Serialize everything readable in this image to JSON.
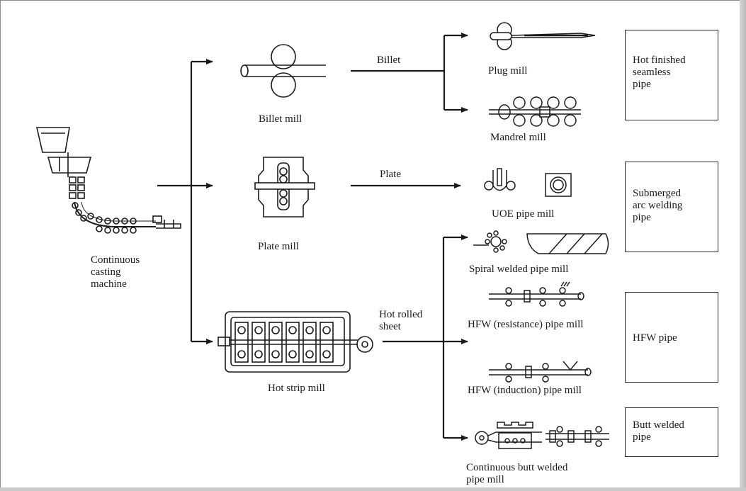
{
  "colors": {
    "ink": "#1b1b1b",
    "background": "#ffffff",
    "frame": "#8a8a8a"
  },
  "labels": {
    "continuous_casting": "Continuous\ncasting\nmachine",
    "billet_mill": "Billet mill",
    "plate_mill": "Plate mill",
    "hot_strip_mill": "Hot strip mill",
    "billet": "Billet",
    "plate": "Plate",
    "hot_rolled_sheet": "Hot rolled\nsheet",
    "plug_mill": "Plug mill",
    "mandrel_mill": "Mandrel mill",
    "uoe_pipe_mill": "UOE pipe mill",
    "spiral_welded_pipe_mill": "Spiral welded pipe mill",
    "hfw_resistance": "HFW (resistance) pipe mill",
    "hfw_induction": "HFW (induction) pipe mill",
    "continuous_butt_welded": "Continuous butt welded\npipe mill"
  },
  "products": {
    "hot_finished_seamless": "Hot finished\nseamless\npipe",
    "saw_pipe": "Submerged\narc welding\npipe",
    "hfw_pipe": "HFW pipe",
    "butt_welded": "Butt welded\npipe"
  },
  "icons": [
    "ladle-icon",
    "billet-mill-icon",
    "plate-mill-icon",
    "hot-strip-mill-icon",
    "plug-mill-icon",
    "mandrel-mill-icon",
    "uoe-mill-icon",
    "spiral-mill-icon",
    "hfw-resistance-icon",
    "hfw-induction-icon",
    "butt-weld-mill-icon"
  ]
}
